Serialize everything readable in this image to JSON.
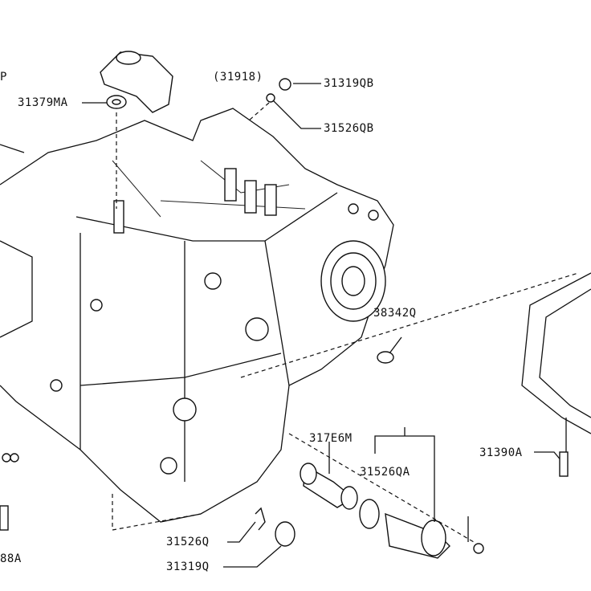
{
  "diagram": {
    "labels": {
      "top_left_partial": "P",
      "p31918": "(31918)",
      "p31319QB": "31319QB",
      "p31379MA": "31379MA",
      "p31526QB": "31526QB",
      "p38342Q": "38342Q",
      "p317E6M": "317E6M",
      "p31526QA": "31526QA",
      "p31390A": "31390A",
      "p31526Q": "31526Q",
      "p31319Q": "31319Q",
      "bottom_left_partial": "88A"
    }
  }
}
